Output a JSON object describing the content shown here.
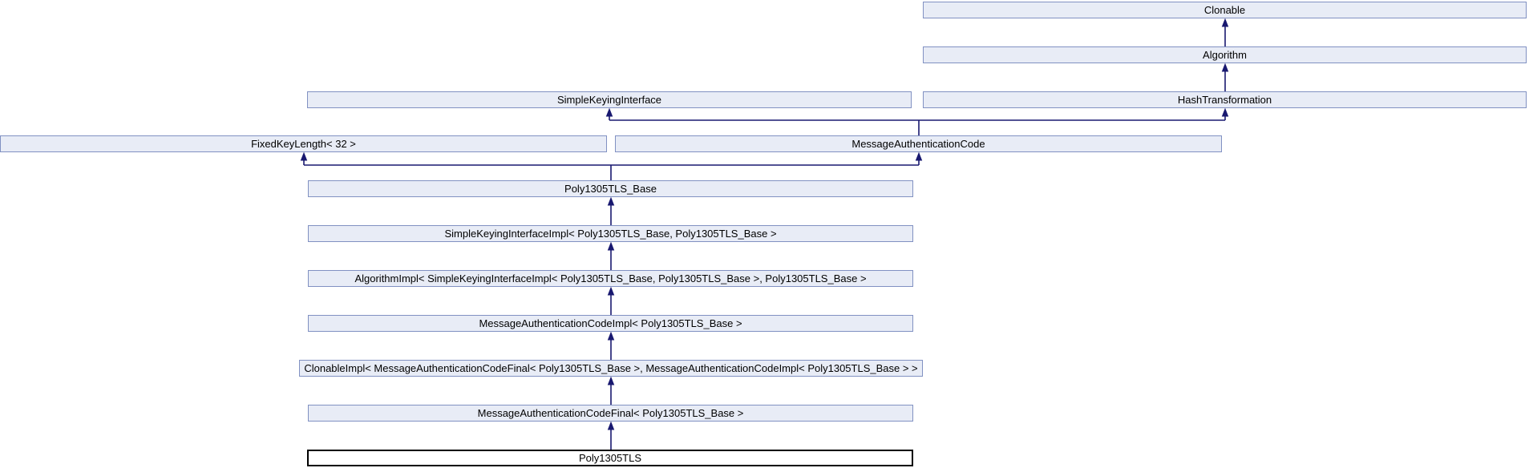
{
  "diagram": {
    "kind": "class-inheritance-graph",
    "focus_class": "Poly1305TLS",
    "colors": {
      "node_fill": "#e8ecf6",
      "node_border": "#8191c2",
      "edge": "#191970",
      "focus_fill": "#ffffff",
      "focus_border": "#000000",
      "text": "#000000",
      "background": "#ffffff"
    },
    "nodes": {
      "clonable": {
        "label": "Clonable"
      },
      "algorithm": {
        "label": "Algorithm"
      },
      "hash_transformation": {
        "label": "HashTransformation"
      },
      "simple_keying_interface": {
        "label": "SimpleKeyingInterface"
      },
      "fixed_key_length": {
        "label": "FixedKeyLength< 32 >"
      },
      "message_authentication_code": {
        "label": "MessageAuthenticationCode"
      },
      "poly1305tls_base": {
        "label": "Poly1305TLS_Base"
      },
      "simple_keying_interface_impl": {
        "label": "SimpleKeyingInterfaceImpl< Poly1305TLS_Base, Poly1305TLS_Base >"
      },
      "algorithm_impl": {
        "label": "AlgorithmImpl< SimpleKeyingInterfaceImpl< Poly1305TLS_Base, Poly1305TLS_Base >, Poly1305TLS_Base >"
      },
      "mac_impl": {
        "label": "MessageAuthenticationCodeImpl< Poly1305TLS_Base >"
      },
      "clonable_impl": {
        "label": "ClonableImpl< MessageAuthenticationCodeFinal< Poly1305TLS_Base >, MessageAuthenticationCodeImpl< Poly1305TLS_Base > >"
      },
      "mac_final": {
        "label": "MessageAuthenticationCodeFinal< Poly1305TLS_Base >"
      },
      "poly1305tls": {
        "label": "Poly1305TLS"
      }
    },
    "edges": [
      {
        "from": "algorithm",
        "to": "clonable"
      },
      {
        "from": "hash_transformation",
        "to": "algorithm"
      },
      {
        "from": "message_authentication_code",
        "to": "simple_keying_interface"
      },
      {
        "from": "message_authentication_code",
        "to": "hash_transformation"
      },
      {
        "from": "poly1305tls_base",
        "to": "fixed_key_length"
      },
      {
        "from": "poly1305tls_base",
        "to": "message_authentication_code"
      },
      {
        "from": "simple_keying_interface_impl",
        "to": "poly1305tls_base"
      },
      {
        "from": "algorithm_impl",
        "to": "simple_keying_interface_impl"
      },
      {
        "from": "mac_impl",
        "to": "algorithm_impl"
      },
      {
        "from": "clonable_impl",
        "to": "mac_impl"
      },
      {
        "from": "mac_final",
        "to": "clonable_impl"
      },
      {
        "from": "poly1305tls",
        "to": "mac_final"
      }
    ]
  }
}
